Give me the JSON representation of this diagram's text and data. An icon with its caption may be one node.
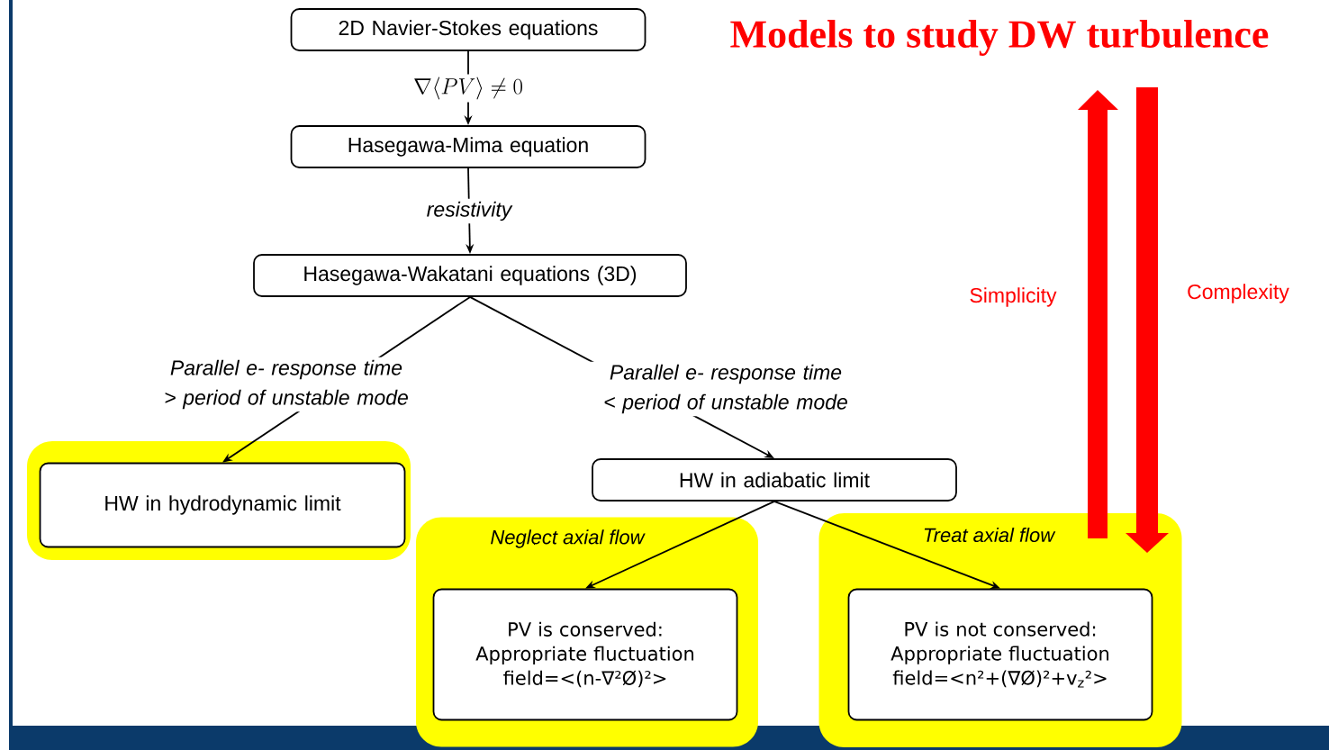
{
  "diagram": {
    "title": "Models to study DW turbulence",
    "nodes": [
      {
        "text": [
          "2D Navier-Stokes equations"
        ]
      },
      {
        "text": [
          "Hasegawa-Mima equation"
        ]
      },
      {
        "text": [
          "Hasegawa-Wakatani equations (3D)"
        ]
      },
      {
        "text": [],
        "shape": "box"
      },
      {
        "text": [
          "HW in hydrodynamic limit"
        ],
        "in": 3
      },
      {
        "text": [
          "HW in adiabatic limit"
        ]
      },
      {
        "text": [
          "Neglect axial flow"
        ]
      },
      {
        "text": [
          "PV is conserved: Appropriate fluctuation field=<(n-∇²Ø)²>"
        ],
        "in": 6
      },
      {
        "text": [
          "Treat axial flow"
        ]
      },
      {
        "text": [
          "PV is not conserved: Appropriate fluctuation field=<n²+(∇Ø)²+v$_{z}$²>"
        ],
        "in": 8
      }
    ],
    "edges": [
      {
        "from": 0,
        "to": 1,
        "arrow": "to",
        "label": "\\nabla\\langle PV\\rangle \\neq 0"
      },
      {
        "from": 1,
        "to": 2,
        "arrow": "to",
        "label": "resistivity"
      },
      {
        "from": 2,
        "to": 4,
        "arrow": "to",
        "label": "Parallel e- response time > period of unstable mode"
      },
      {
        "from": 2,
        "to": 5,
        "arrow": "to",
        "label": "Parallel e- response time < period of unstable mode"
      },
      {
        "from": 5,
        "to": 7,
        "arrow": "to"
      },
      {
        "from": 5,
        "to": 9,
        "arrow": "to"
      }
    ],
    "labels": [
      "Simplicity",
      "Complexity"
    ]
  }
}
